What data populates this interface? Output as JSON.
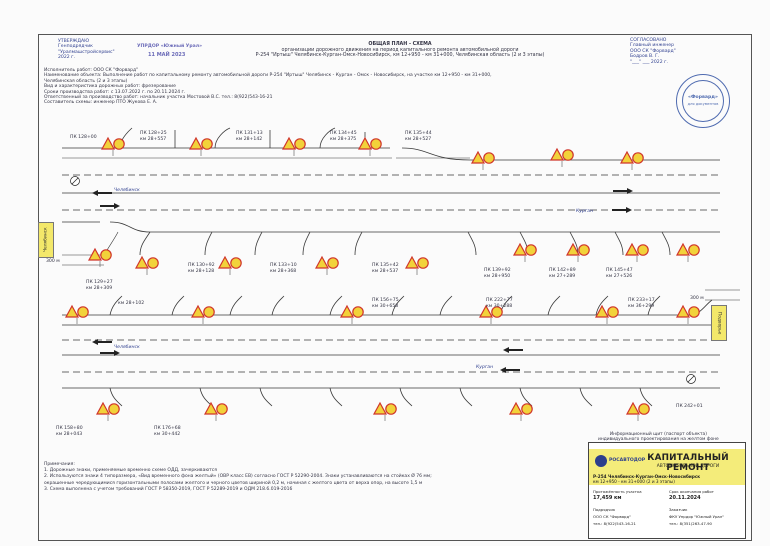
{
  "approval_left": {
    "label": "УТВЕРЖДАЮ",
    "org": "Генподрядчик",
    "line": "\"Уралмашстройсервис\"",
    "stamp_text": "УПРДОР «Южный Урал»",
    "date": "11 МАЙ 2023",
    "year": "2022 г."
  },
  "approval_right": {
    "label": "СОГЛАСОВАНО",
    "line1": "Главный инженер",
    "line2": "ООО СК \"Форвард\"",
    "line3": "Бодров В. Г.",
    "line4": "\"___\" ___ 2022 г."
  },
  "stamp_right": {
    "center": "«Форвард»",
    "sub": "для документов"
  },
  "title": {
    "line1": "ОБЩАЯ ПЛАН - СХЕМА",
    "line2": "организации дорожного движения на период капитального ремонта автомобильной дороги",
    "line3": "Р-254 \"Иртыш\" Челябинск-Курган-Омск-Новосибирск, км 12+950 - км 31+000, Челябинская область (2 и 3 этапы)"
  },
  "info": {
    "l1": "Исполнитель работ: ООО СК \"Форвард\"",
    "l2": "Наименование объекта:   Выполнение работ по капитальному ремонту автомобильной дороги  Р-254 \"Иртыш\" Челябинск - Курган - Омск - Новосибирск, на участке км 12+950 - км 31+000,",
    "l3": "Челябинская область (2 и 3 этапы)",
    "l4": "Вид и характеристика дорожных работ: фрезерование",
    "l5": "Сроки производства работ: с 13.07.2022 г. по 20.11.2024 г.",
    "l6": "Ответственный за производство работ: начальник участка Мостовой В.С. тел.: 8(922)543-16-21",
    "l7": "Составитель схемы: инженер ПТО Жукова Е. А."
  },
  "road_labels": {
    "chel": "Челябинск",
    "kurgan_top": "Курган",
    "chel2": "Челябинск",
    "kurgan_bottom": "Курган"
  },
  "pk_labels": [
    "ПК 128+00",
    "ПК 128+25",
    "км 28+557",
    "ПК 131+13",
    "км 28+142",
    "ПК 134+45",
    "км 28+375",
    "ПК 135+44",
    "км 28+527",
    "ПК 129+27",
    "км 28+309",
    "ПК 130+92",
    "км 28+128",
    "ПК 133+10",
    "км 28+368",
    "ПК 135+42",
    "км 28+537",
    "ПК 139+92",
    "км 28+950",
    "ПК 142+89",
    "км 27+289",
    "ПК 145+47",
    "км 27+526",
    "км 28+102",
    "ПК 156+75",
    "км 30+658",
    "ПК 222+77",
    "км 30+288",
    "ПК 233+17",
    "км 36+299",
    "ПК 158+80",
    "км 28+043",
    "ПК 176+68",
    "км 30+442",
    "ПК 242+01"
  ],
  "side_boxes": {
    "left": "Челябинск",
    "right": "Подворье"
  },
  "distances": {
    "left": "300 м",
    "right": "300 м"
  },
  "infoshield": {
    "l1": "Информационный щит (паспорт объекта)",
    "l2": "индивидуального проектирования на желтом фоне"
  },
  "notes": {
    "head": "Примечания:",
    "n1": "1.   Дорожные знаки, применяемые временно схеме ОДД, зачеркиваются",
    "n2": "2.   Используются знаки 4 типоразмера, «Вид временного фона желтый» (ОВР класс ЕВ) согласно ГОСТ Р 52290-2004. Знаки устанавливаются на стойках Ø 76 мм;",
    "n2b": "      окрашенные чередующимися горизонтальными полосами желтого и черного цветов шириной 0,2 м, начиная с желтого цвета от верха опор, на высоте 1,5 м",
    "n3": "3.   Схема выполнена с учетом требований ГОСТ Р 58350-2019, ГОСТ Р 52289-2019 и ОДМ 218.6.019-2016"
  },
  "title_block": {
    "brand": "РОСАВТОДОР",
    "big": "КАПИТАЛЬНЫЙ РЕМОНТ",
    "sub": "АВТОМОБИЛЬНОЙ ДОРОГИ",
    "road1": "Р-254 Челябинск-Курган-Омск-Новосибирск",
    "road2": "км 12+950 - км 31+000 (2 и 3 этапы)",
    "c1": "Протяжённость участка",
    "c2": "Срок окончания работ",
    "v1": "17,459 км",
    "v2": "20.11.2024",
    "c3": "Подрядчик",
    "c4": "Заказчик",
    "v3": "ООО СК \"Форвард\"",
    "v4": "ФКУ Упрдор \"Южный Урал\"",
    "p1": "тел.: 8(922)543-16-21",
    "p2": "тел.: 8(351)263-47-90"
  },
  "colors": {
    "sign_red": "#d0352b",
    "sign_yellow": "#f2d23a",
    "road_line": "#3a3a3a",
    "ink_blue": "#2f3f8f",
    "band_yellow": "#f4ec7a"
  }
}
